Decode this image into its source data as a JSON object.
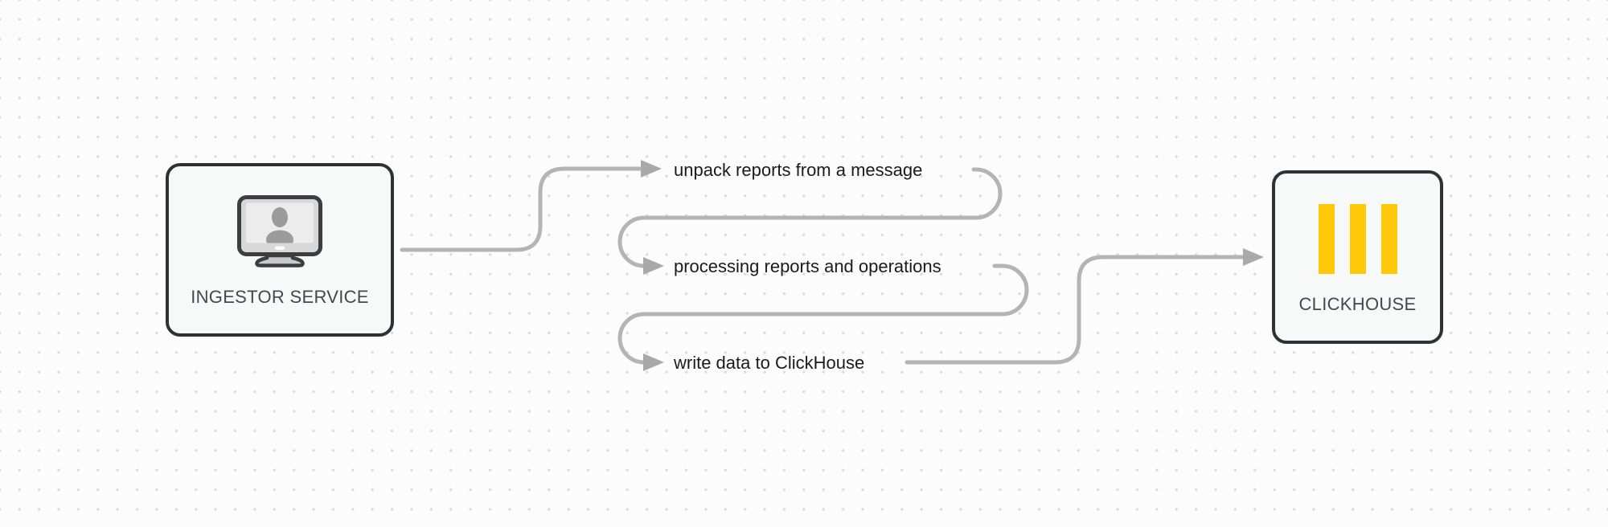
{
  "diagram": {
    "nodes": {
      "ingestor": {
        "label": "INGESTOR SERVICE",
        "icon": "monitor-user"
      },
      "clickhouse": {
        "label": "CLICKHOUSE",
        "icon": "clickhouse-bars"
      }
    },
    "steps": [
      {
        "label": "unpack reports from a message"
      },
      {
        "label": "processing reports and operations"
      },
      {
        "label": "write data to ClickHouse"
      }
    ]
  },
  "colors": {
    "background": "#fcfcfc",
    "grid_dot": "#dcdcdc",
    "connector": "#b4b4b4",
    "arrowhead": "#a9a9a9",
    "node_border": "#303134",
    "node_fill": "#f7f8f8",
    "node_label": "#45484b",
    "step_label": "#1b1b1d",
    "clickhouse_yellow": "#ffc808",
    "monitor_outline": "#3b3d40",
    "monitor_bezel": "#d8d8d8",
    "monitor_screen": "#ececec",
    "monitor_person": "#9b9b9b",
    "monitor_stand": "#c9c9c9",
    "monitor_button": "#fbfbfb"
  }
}
